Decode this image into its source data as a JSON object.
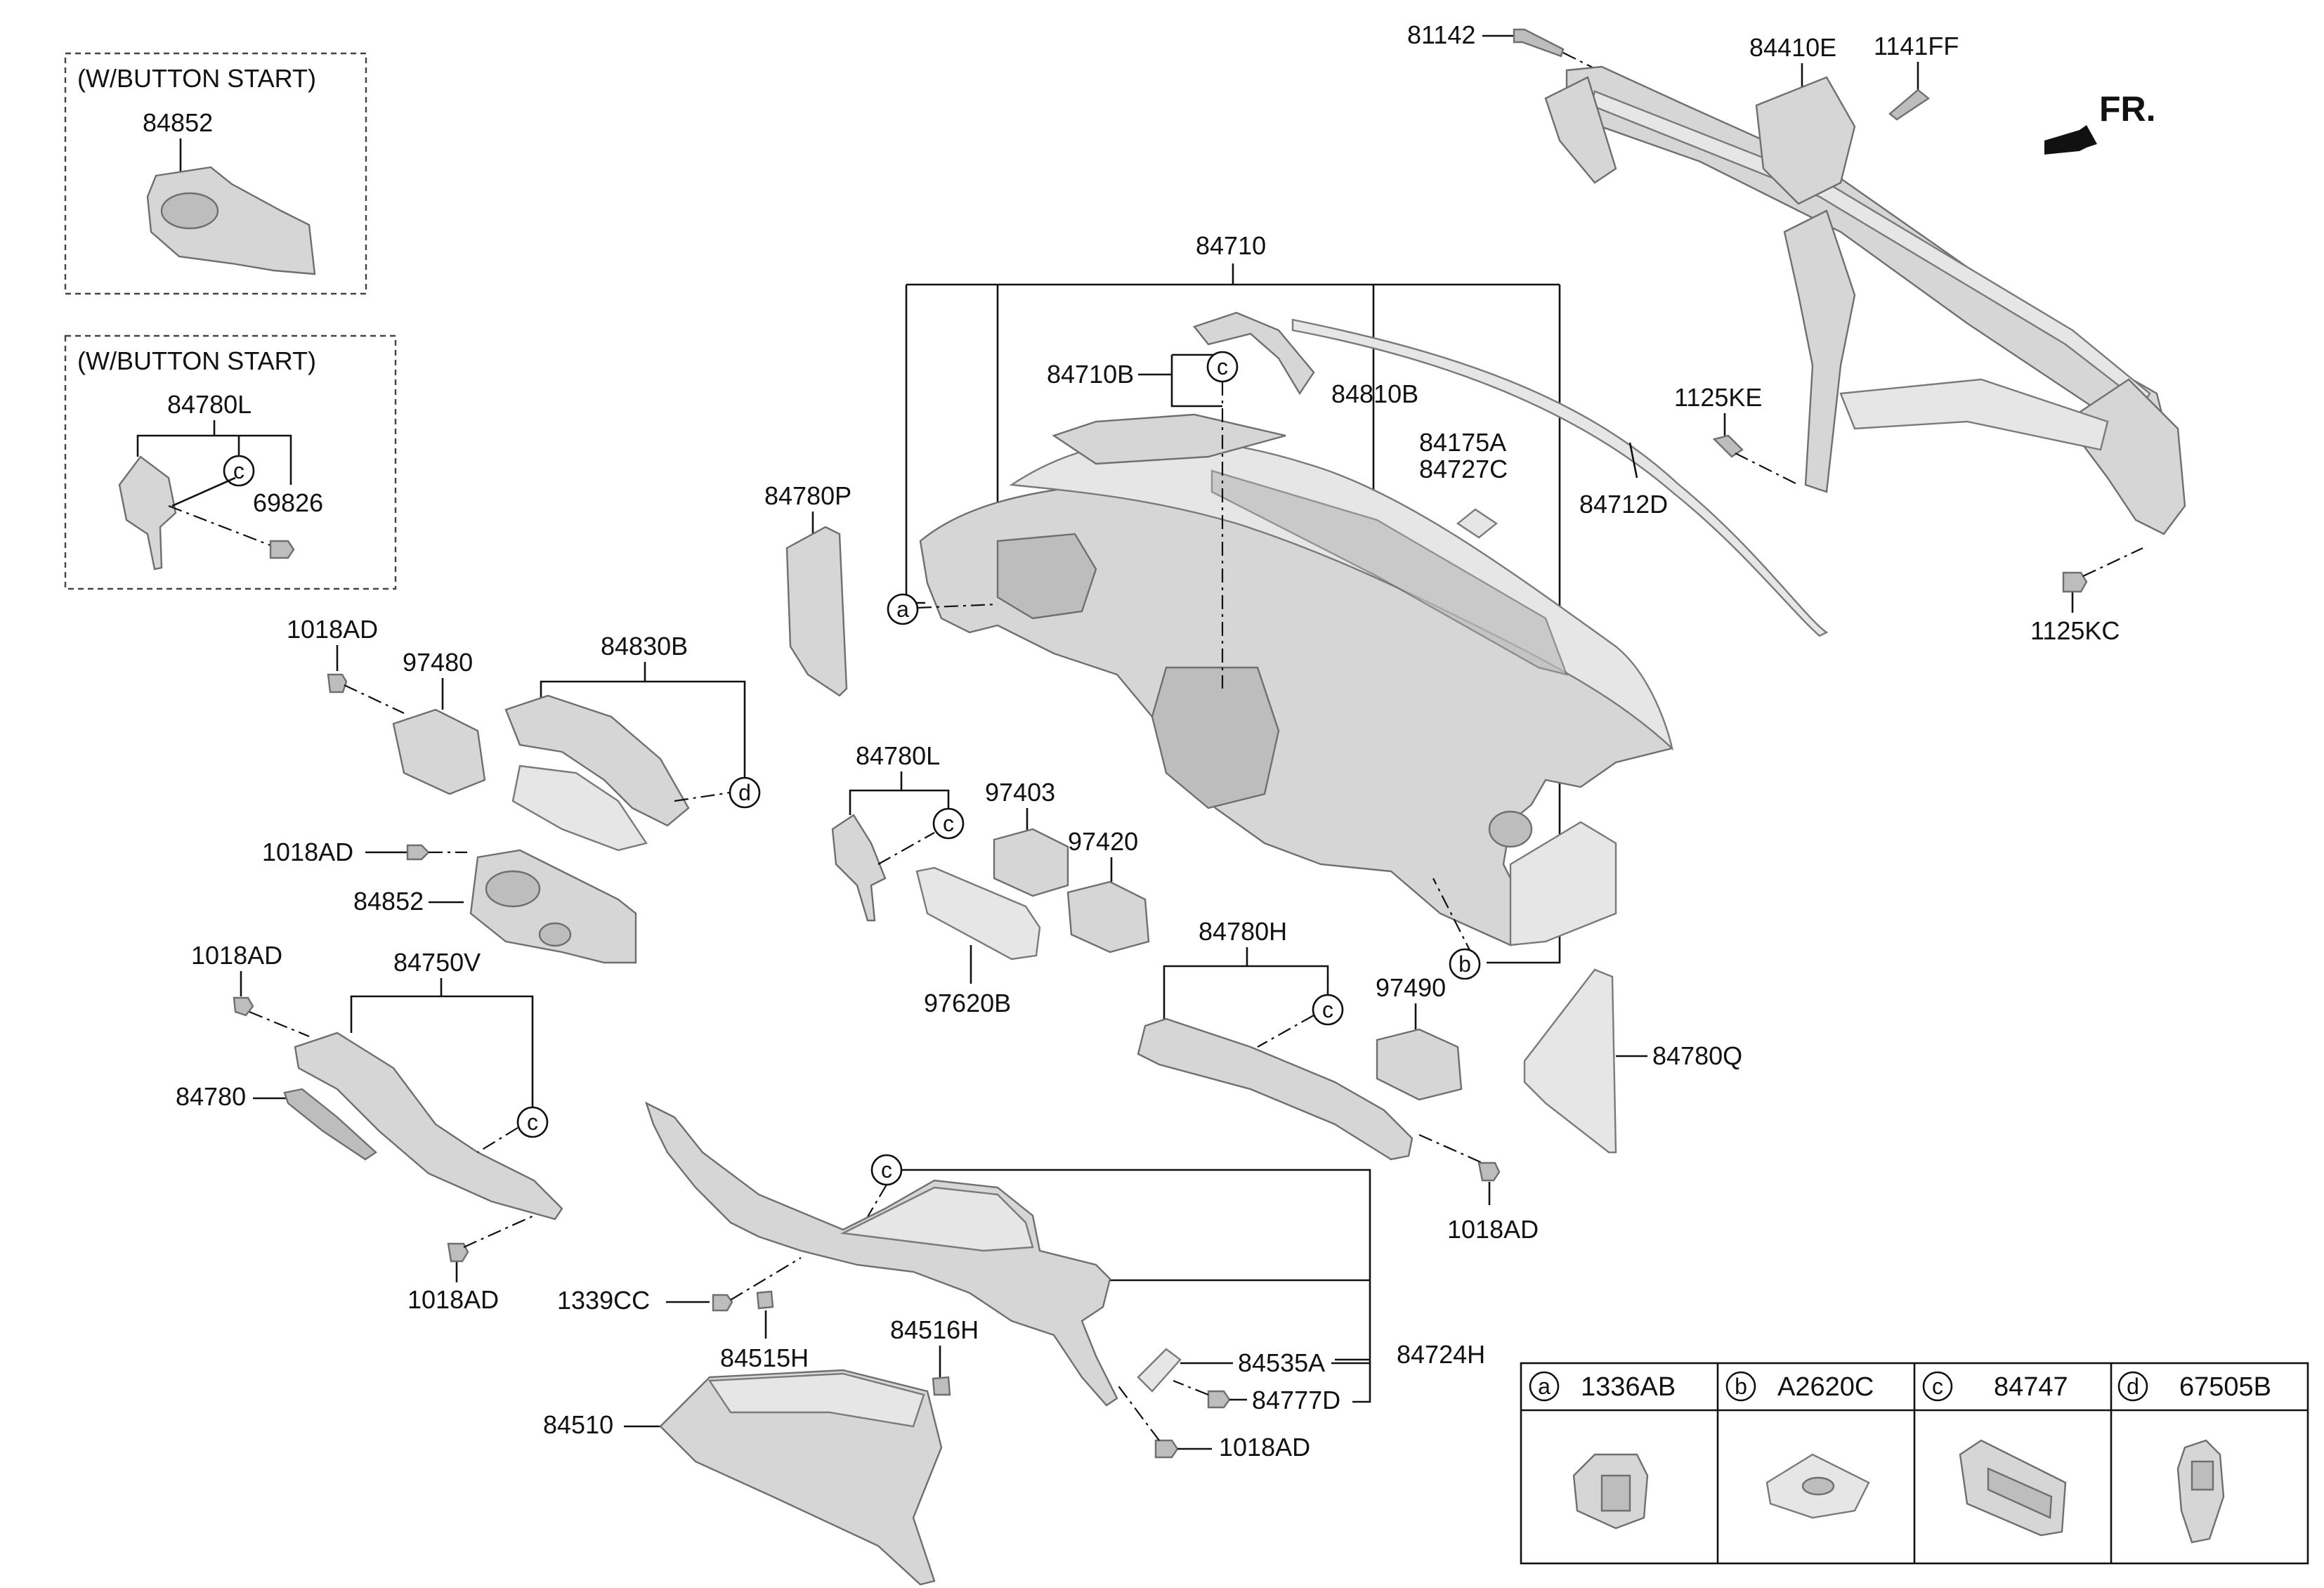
{
  "direction": {
    "label": "FR."
  },
  "boxes": {
    "box1_title": "(W/BUTTON START)",
    "box1_part": "84852",
    "box2_title": "(W/BUTTON START)",
    "box2_part": "84780L",
    "box2_sub": "69826"
  },
  "callouts": {
    "a": "a",
    "b": "b",
    "c": "c",
    "d": "d"
  },
  "labels": {
    "p81142": "81142",
    "p84410E": "84410E",
    "p1141FF": "1141FF",
    "p84710": "84710",
    "p84710B": "84710B",
    "p84810B": "84810B",
    "p1125KE": "1125KE",
    "p84175A": "84175A",
    "p84727C": "84727C",
    "p84712D": "84712D",
    "p84780P": "84780P",
    "p1125KC": "1125KC",
    "p1018AD_1": "1018AD",
    "p97480": "97480",
    "p84830B": "84830B",
    "p1018AD_2": "1018AD",
    "p84852": "84852",
    "p84780L": "84780L",
    "p97403": "97403",
    "p97420": "97420",
    "p97620B": "97620B",
    "p1018AD_3": "1018AD",
    "p84750V": "84750V",
    "p84780": "84780",
    "p1018AD_4": "1018AD",
    "p84780H": "84780H",
    "p97490": "97490",
    "p84780Q": "84780Q",
    "p1018AD_5": "1018AD",
    "p1339CC": "1339CC",
    "p84515H": "84515H",
    "p84516H": "84516H",
    "p84535A": "84535A",
    "p84724H": "84724H",
    "p84777D": "84777D",
    "p84510": "84510",
    "p1018AD_6": "1018AD"
  },
  "legend": [
    {
      "key": "a",
      "part": "1336AB"
    },
    {
      "key": "b",
      "part": "A2620C"
    },
    {
      "key": "c",
      "part": "84747"
    },
    {
      "key": "d",
      "part": "67505B"
    }
  ]
}
